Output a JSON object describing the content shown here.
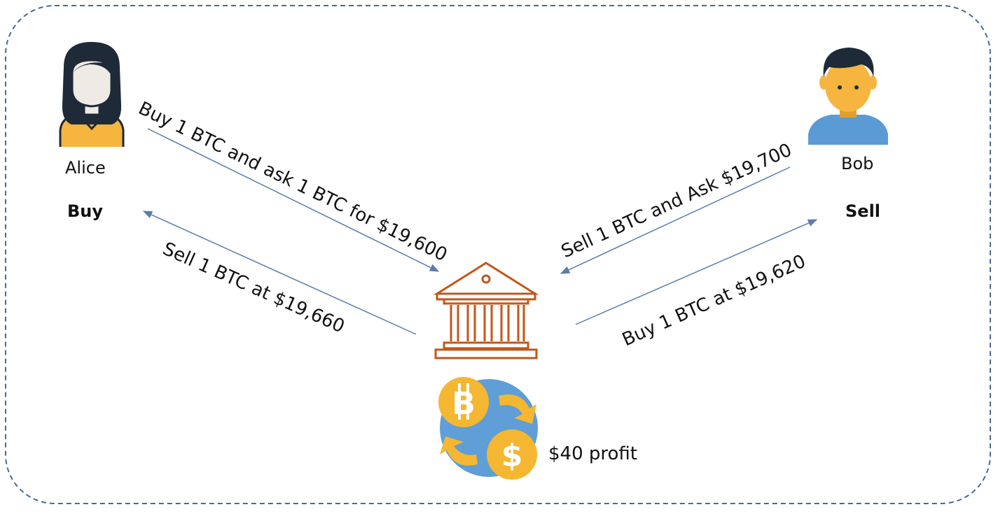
{
  "participants": {
    "alice": {
      "name": "Alice",
      "action": "Buy"
    },
    "bob": {
      "name": "Bob",
      "action": "Sell"
    }
  },
  "flows": {
    "alice_to_exchange": "Buy 1 BTC and ask 1 BTC for $19,600",
    "exchange_to_alice": "Sell 1 BTC at $19,660",
    "bob_to_exchange": "Sell 1 BTC and Ask $19,700",
    "exchange_to_bob": "Buy 1 BTC at $19,620"
  },
  "result": {
    "profit": "$40 profit"
  },
  "icons": {
    "alice": "woman-avatar-icon",
    "bob": "man-avatar-icon",
    "exchange": "bank-building-icon",
    "conversion": "bitcoin-dollar-exchange-icon"
  },
  "colors": {
    "border": "#4a6a94",
    "arrow": "#5b7bb0",
    "bank": "#c2571a",
    "coin": "#f5b731",
    "globe": "#5f9ed6",
    "skin": "#f5b53f",
    "hair": "#1f2a38",
    "shirt_bob": "#5b9bd5"
  }
}
